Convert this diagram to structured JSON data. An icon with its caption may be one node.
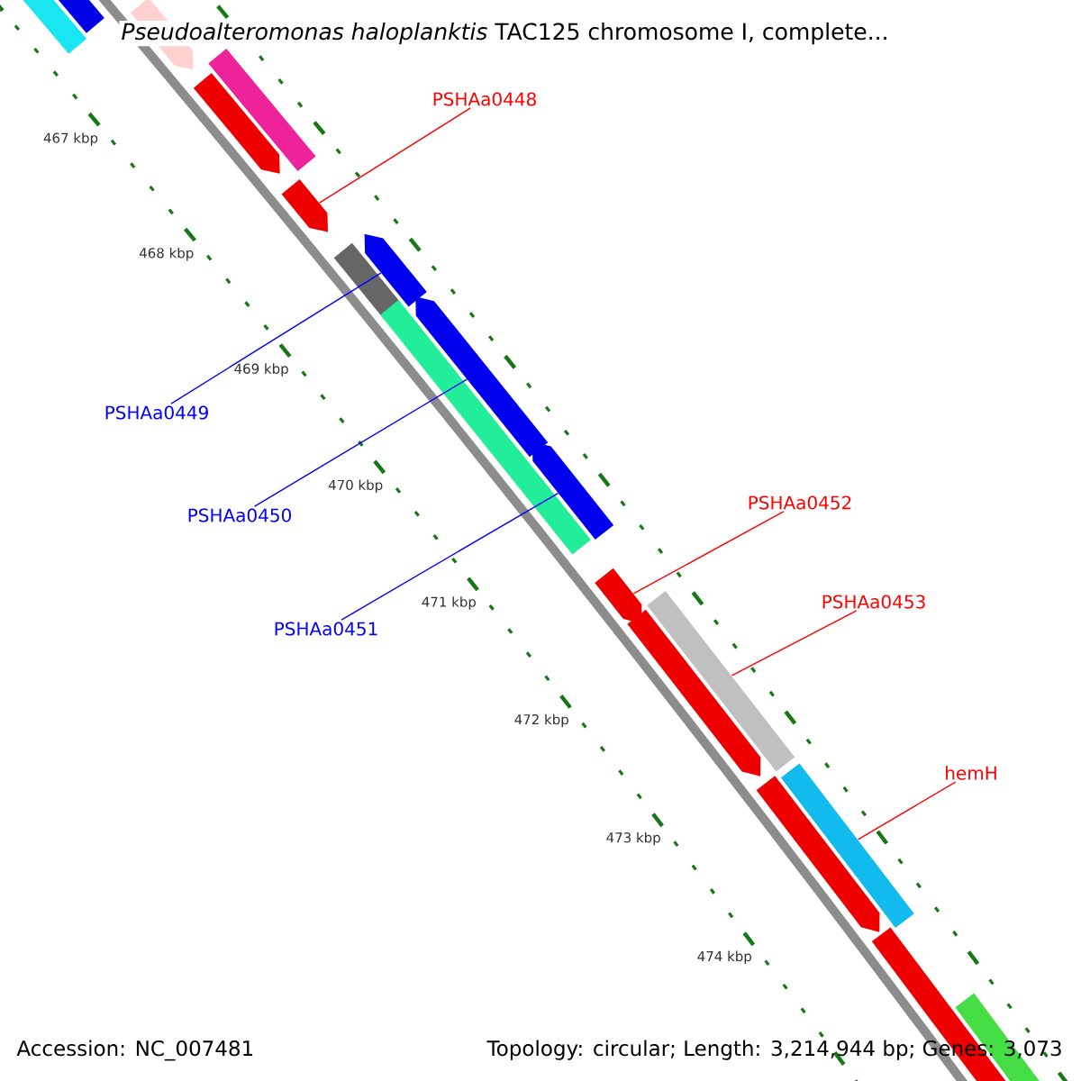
{
  "diagram": {
    "title": "*Pseudoalteromonas haloplanktis* TAC125 chromosome I, complete...",
    "nodes": [
      {
        "text": [
          "PSHAa0448"
        ]
      },
      {
        "text": [
          "PSHAa0449"
        ]
      },
      {
        "text": [
          "PSHAa0450"
        ]
      },
      {
        "text": [
          "PSHAa0451"
        ]
      },
      {
        "text": [
          "PSHAa0452"
        ]
      },
      {
        "text": [
          "PSHAa0453"
        ]
      },
      {
        "text": [
          "hemH"
        ]
      },
      {
        "text": [],
        "shape": "bar"
      },
      {
        "text": [],
        "shape": "bar"
      },
      {
        "text": [],
        "shape": "bar"
      },
      {
        "text": [],
        "shape": "bar"
      },
      {
        "text": [],
        "shape": "bar"
      },
      {
        "text": [],
        "shape": "bar"
      },
      {
        "text": [],
        "shape": "bar"
      },
      {
        "text": [],
        "shape": "bar"
      },
      {
        "text": [],
        "shape": "bar"
      },
      {
        "text": [],
        "shape": "bar"
      },
      {
        "text": [],
        "shape": "bar"
      },
      {
        "text": [],
        "shape": "bar"
      },
      {
        "text": [],
        "shape": "bar"
      },
      {
        "text": [],
        "shape": "bar"
      },
      {
        "text": [],
        "shape": "bar"
      },
      {
        "text": [],
        "shape": "bar"
      },
      {
        "text": [],
        "shape": "bar"
      },
      {
        "text": [],
        "shape": "bar"
      }
    ],
    "edges": [
      {
        "from": 0,
        "to": 7,
        "arrow": "none"
      },
      {
        "from": 1,
        "to": 8,
        "arrow": "none",
        "color": "#0000ff"
      },
      {
        "from": 2,
        "to": 9,
        "arrow": "none",
        "color": "#0000ff"
      },
      {
        "from": 3,
        "to": 10,
        "arrow": "none",
        "color": "#0000ff"
      },
      {
        "from": 4,
        "to": 11,
        "arrow": "none"
      },
      {
        "from": 5,
        "to": 12,
        "arrow": "none"
      },
      {
        "from": 6,
        "to": 13,
        "arrow": "none"
      }
    ],
    "labels": [
      "467 kbp",
      "468 kbp",
      "469 kbp",
      "470 kbp",
      "471 kbp",
      "472 kbp",
      "473 kbp",
      "474 kbp",
      "Accession: NC_007481",
      "Topology: circular; Length: 3,214,944 bp; Genes: 3,073"
    ]
  }
}
